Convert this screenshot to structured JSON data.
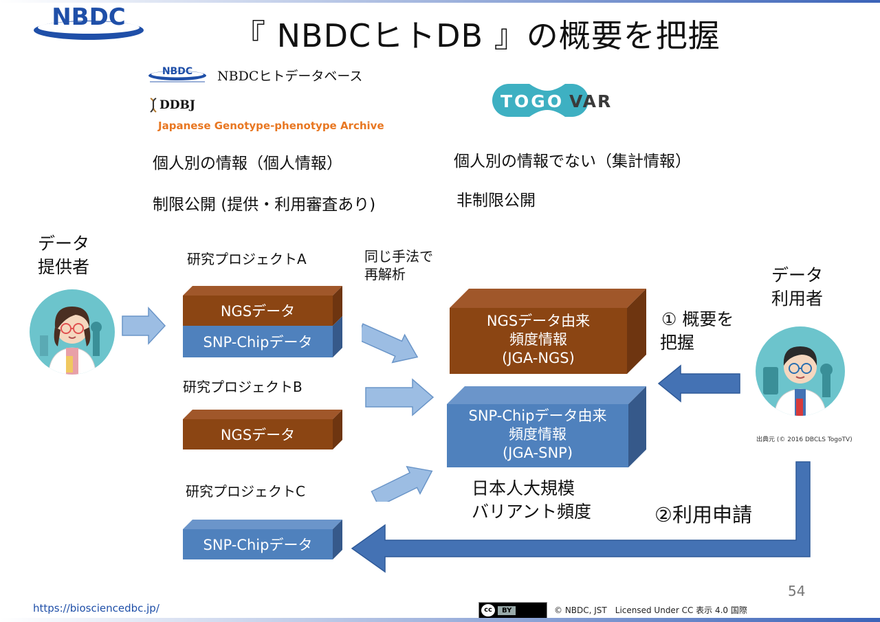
{
  "header": {
    "logo_text": "NBDC",
    "title": "『 NBDCヒトDB 』の概要を把握"
  },
  "logos": {
    "nbdc_small_text": "NBDC",
    "nbdc_human_db": "NBDCヒトデータベース",
    "ddbj": "DDBJ",
    "jga": "Japanese Genotype-phenotype Archive",
    "togovar_togo": "TOGO",
    "togovar_var": "VAR"
  },
  "compare": {
    "left_line1": "個人別の情報（個人情報）",
    "left_line2": "制限公開 (提供・利用審査あり)",
    "right_line1": "個人別の情報でない（集計情報）",
    "right_line2": "非制限公開"
  },
  "provider": {
    "label_line1": "データ",
    "label_line2": "提供者"
  },
  "user": {
    "label_line1": "データ",
    "label_line2": "利用者",
    "credit": "出典元 (© 2016 DBCLS TogoTV)"
  },
  "projects": {
    "a_title": "研究プロジェクトA",
    "a_ngs": "NGSデータ",
    "a_snp": "SNP-Chipデータ",
    "b_title": "研究プロジェクトB",
    "b_ngs": "NGSデータ",
    "c_title": "研究プロジェクトC",
    "c_snp": "SNP-Chipデータ"
  },
  "reanalysis": {
    "line1": "同じ手法で",
    "line2": "再解析"
  },
  "freq": {
    "ngs_line1": "NGSデータ由来",
    "ngs_line2": "頻度情報",
    "ngs_line3": "(JGA-NGS)",
    "snp_line1": "SNP-Chipデータ由来",
    "snp_line2": "頻度情報",
    "snp_line3": "(JGA-SNP)",
    "caption_line1": "日本人大規模",
    "caption_line2": "バリアント頻度"
  },
  "steps": {
    "step1_line1": "① 概要を",
    "step1_line2": "把握",
    "step2": "②利用申請"
  },
  "footer": {
    "url": "https://biosciencedbc.jp/",
    "page_number": "54",
    "cc_label": "cc",
    "by_label": "BY",
    "license": "© NBDC, JST　Licensed Under CC 表示 4.0 国際"
  },
  "colors": {
    "brown_front": "#8b4513",
    "brown_top": "#a0572a",
    "blue_front": "#4f81bd",
    "blue_top": "#6b95ca",
    "arrow_light": "#9cbde3",
    "arrow_dark": "#4472b4",
    "nbdc_blue": "#1f4fa8",
    "jga_orange": "#e87722",
    "togovar_teal": "#3eb0c2"
  }
}
